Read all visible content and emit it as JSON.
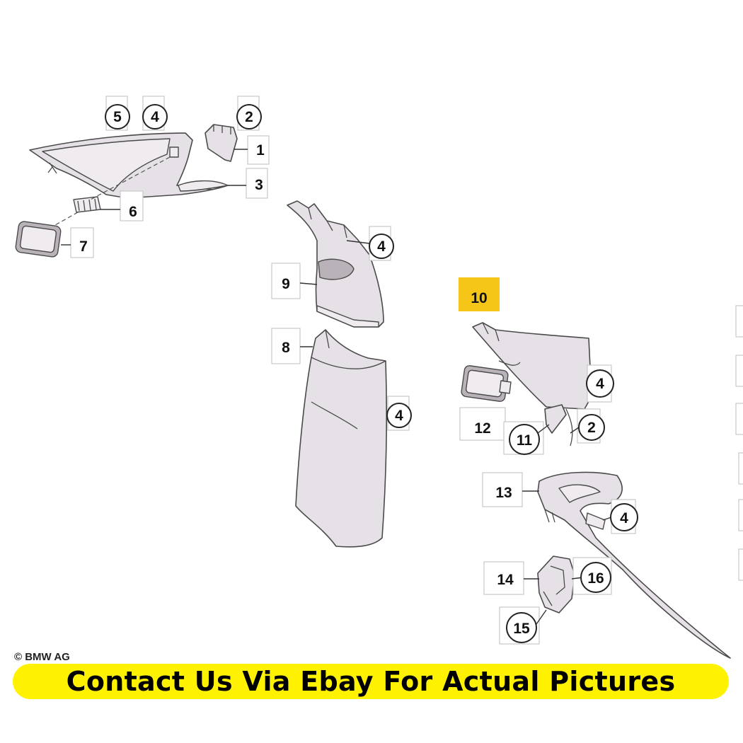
{
  "diagram": {
    "labels": [
      "1",
      "2",
      "3",
      "4",
      "5",
      "6",
      "7",
      "8",
      "9",
      "10",
      "11",
      "12",
      "13",
      "14",
      "15",
      "16"
    ],
    "highlighted_label": "10",
    "highlight_color": "#f5c518"
  },
  "copyright": "© BMW AG",
  "banner": {
    "text": "Contact Us Via Ebay For Actual Pictures",
    "background": "#fff200"
  }
}
